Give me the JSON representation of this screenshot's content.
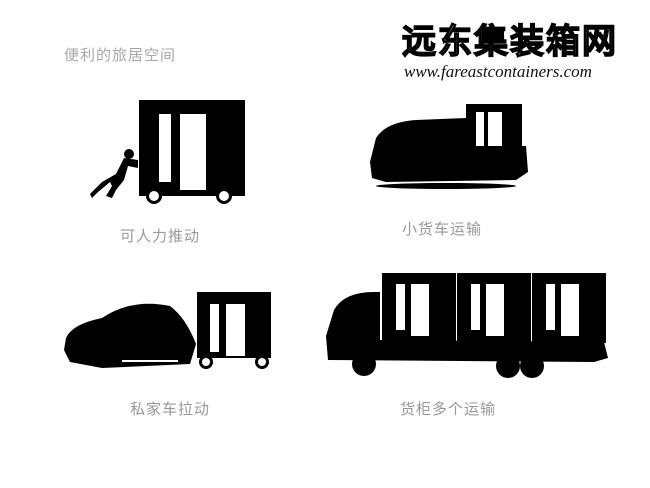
{
  "header": {
    "heading": "便利的旅居空间",
    "brand_title": "远东集装箱网",
    "brand_url": "www.fareastcontainers.com"
  },
  "scenes": [
    {
      "caption": "可人力推动",
      "icon": "person-pushing-container-icon"
    },
    {
      "caption": "小货车运输",
      "icon": "small-truck-container-icon"
    },
    {
      "caption": "私家车拉动",
      "icon": "car-towing-container-icon"
    },
    {
      "caption": "货柜多个运输",
      "icon": "truck-multiple-containers-icon"
    }
  ],
  "colors": {
    "silhouette": "#000000",
    "caption": "#999999",
    "background": "#ffffff"
  }
}
